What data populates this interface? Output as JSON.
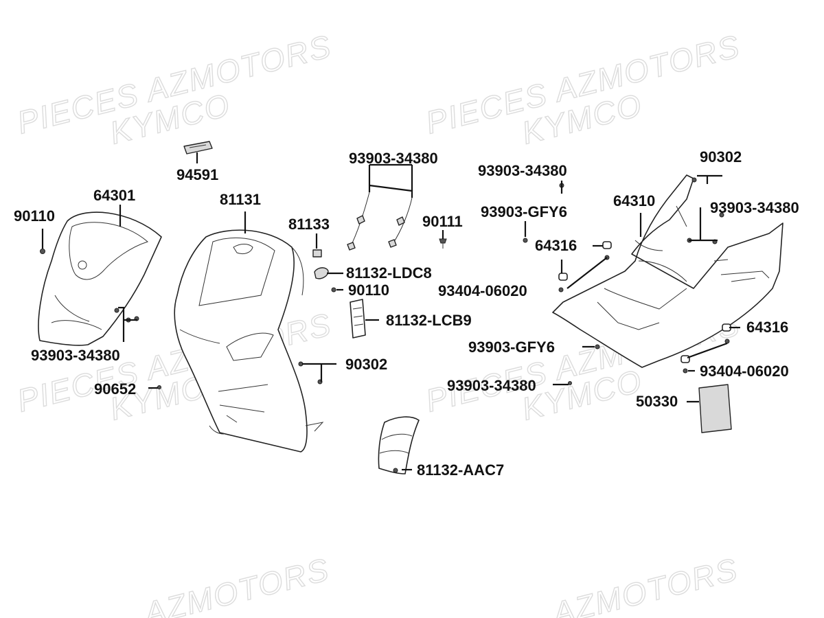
{
  "watermarks": [
    "PIECES AZMOTORS",
    "KYMCO",
    "PIECES AZMOTORS",
    "KYMCO",
    "PIECES AZMOTORS",
    "KYMCO",
    "PIECES AZMOTORS",
    "KYMCO",
    "AZMOTORS",
    "AZMOTORS"
  ],
  "labels": {
    "l_90110_a": "90110",
    "l_64301": "64301",
    "l_93903_34380_a": "93903-34380",
    "l_94591": "94591",
    "l_81131": "81131",
    "l_90652": "90652",
    "l_81133": "81133",
    "l_93903_34380_b": "93903-34380",
    "l_90111": "90111",
    "l_81132_ldc8": "81132-LDC8",
    "l_90110_b": "90110",
    "l_81132_lcb9": "81132-LCB9",
    "l_90302_a": "90302",
    "l_81132_aac7": "81132-AAC7",
    "l_93903_34380_c": "93903-34380",
    "l_93903_gfy6_a": "93903-GFY6",
    "l_64316_a": "64316",
    "l_93404_06020_a": "93404-06020",
    "l_93903_gfy6_b": "93903-GFY6",
    "l_93903_34380_d": "93903-34380",
    "l_90302_b": "90302",
    "l_64310": "64310",
    "l_93903_34380_e": "93903-34380",
    "l_64316_b": "64316",
    "l_93404_06020_b": "93404-06020",
    "l_50330": "50330"
  }
}
